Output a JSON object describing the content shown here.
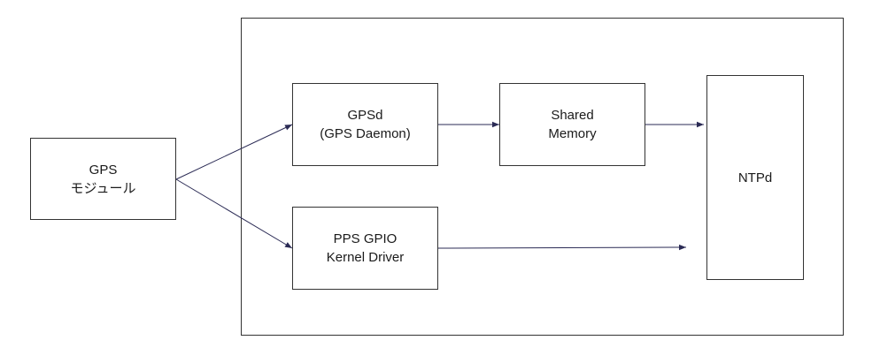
{
  "nodes": {
    "gps_module": {
      "line1": "GPS",
      "line2": "モジュール"
    },
    "gpsd": {
      "line1": "GPSd",
      "line2": "(GPS Daemon)"
    },
    "shared_memory": {
      "line1": "Shared",
      "line2": "Memory"
    },
    "ntpd": {
      "line1": "NTPd"
    },
    "pps_driver": {
      "line1": "PPS GPIO",
      "line2": "Kernel Driver"
    }
  },
  "edges": [
    {
      "from": "gps_module",
      "to": "gpsd"
    },
    {
      "from": "gps_module",
      "to": "pps_driver"
    },
    {
      "from": "gpsd",
      "to": "shared_memory"
    },
    {
      "from": "shared_memory",
      "to": "ntpd"
    },
    {
      "from": "pps_driver",
      "to": "ntpd"
    }
  ],
  "colors": {
    "edge": "#2b2b55",
    "border": "#333333",
    "text": "#1a1a1a"
  }
}
